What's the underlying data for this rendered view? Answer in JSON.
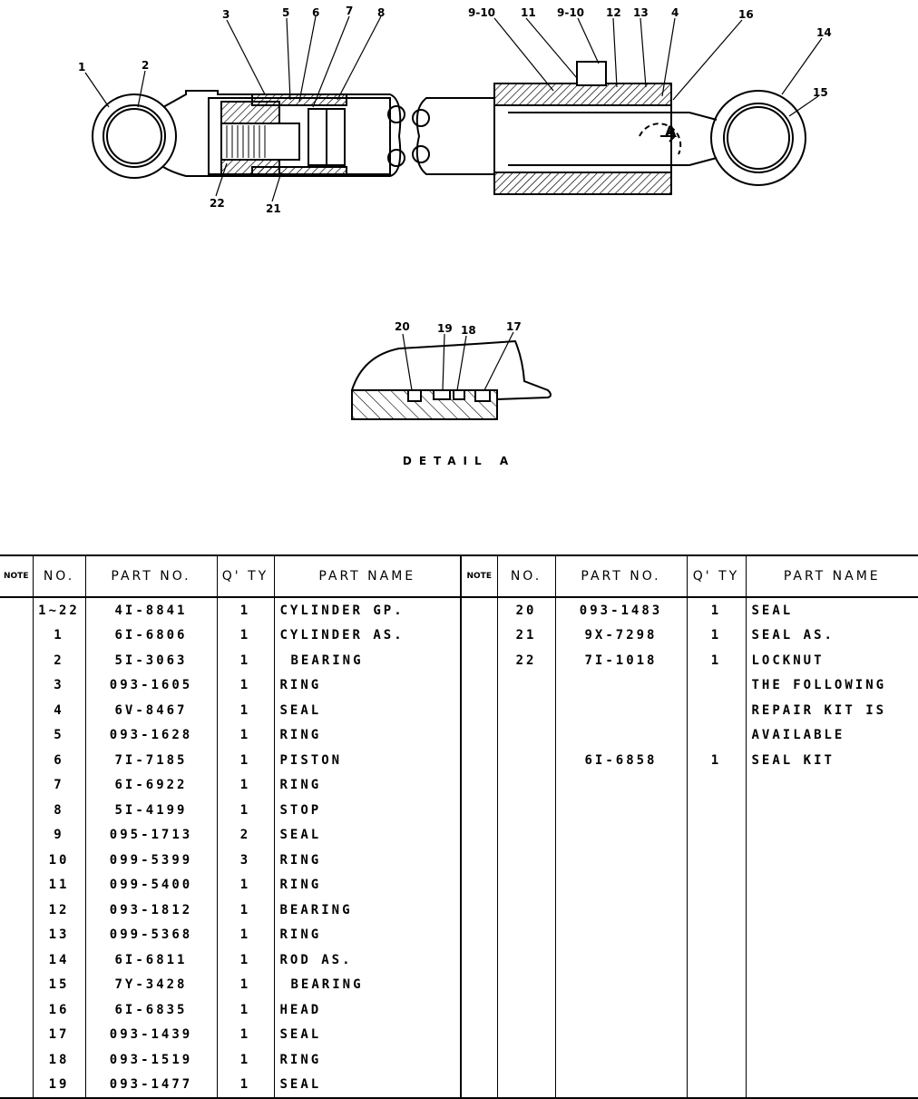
{
  "diagram": {
    "callouts": [
      "1",
      "2",
      "3",
      "5",
      "6",
      "7",
      "8",
      "9-10",
      "11",
      "9-10",
      "12",
      "13",
      "4",
      "16",
      "14",
      "15",
      "22",
      "21",
      "A"
    ],
    "detail_callouts": [
      "20",
      "19",
      "18",
      "17"
    ],
    "detail_title": "DETAIL A"
  },
  "table": {
    "headers": {
      "note": "NOTE",
      "no": "NO.",
      "part_no": "PART NO.",
      "qty": "Q' TY",
      "part_name": "PART NAME"
    },
    "left_rows": [
      {
        "no": "1~22",
        "part_no": "4I-8841",
        "qty": "1",
        "name": "CYLINDER GP.",
        "indent": 0
      },
      {
        "no": "1",
        "part_no": "6I-6806",
        "qty": "1",
        "name": "CYLINDER AS.",
        "indent": 0
      },
      {
        "no": "2",
        "part_no": "5I-3063",
        "qty": "1",
        "name": "BEARING",
        "indent": 1
      },
      {
        "no": "3",
        "part_no": "093-1605",
        "qty": "1",
        "name": "RING",
        "indent": 0
      },
      {
        "no": "4",
        "part_no": "6V-8467",
        "qty": "1",
        "name": "SEAL",
        "indent": 0
      },
      {
        "no": "5",
        "part_no": "093-1628",
        "qty": "1",
        "name": "RING",
        "indent": 0
      },
      {
        "no": "6",
        "part_no": "7I-7185",
        "qty": "1",
        "name": "PISTON",
        "indent": 0
      },
      {
        "no": "7",
        "part_no": "6I-6922",
        "qty": "1",
        "name": "RING",
        "indent": 0
      },
      {
        "no": "8",
        "part_no": "5I-4199",
        "qty": "1",
        "name": "STOP",
        "indent": 0
      },
      {
        "no": "9",
        "part_no": "095-1713",
        "qty": "2",
        "name": "SEAL",
        "indent": 0
      },
      {
        "no": "10",
        "part_no": "099-5399",
        "qty": "3",
        "name": "RING",
        "indent": 0
      },
      {
        "no": "11",
        "part_no": "099-5400",
        "qty": "1",
        "name": "RING",
        "indent": 0
      },
      {
        "no": "12",
        "part_no": "093-1812",
        "qty": "1",
        "name": "BEARING",
        "indent": 0
      },
      {
        "no": "13",
        "part_no": "099-5368",
        "qty": "1",
        "name": "RING",
        "indent": 0
      },
      {
        "no": "14",
        "part_no": "6I-6811",
        "qty": "1",
        "name": "ROD AS.",
        "indent": 0
      },
      {
        "no": "15",
        "part_no": "7Y-3428",
        "qty": "1",
        "name": "BEARING",
        "indent": 1
      },
      {
        "no": "16",
        "part_no": "6I-6835",
        "qty": "1",
        "name": "HEAD",
        "indent": 0
      },
      {
        "no": "17",
        "part_no": "093-1439",
        "qty": "1",
        "name": "SEAL",
        "indent": 0
      },
      {
        "no": "18",
        "part_no": "093-1519",
        "qty": "1",
        "name": "RING",
        "indent": 0
      },
      {
        "no": "19",
        "part_no": "093-1477",
        "qty": "1",
        "name": "SEAL",
        "indent": 0
      }
    ],
    "right_rows": [
      {
        "no": "20",
        "part_no": "093-1483",
        "qty": "1",
        "name": "SEAL"
      },
      {
        "no": "21",
        "part_no": "9X-7298",
        "qty": "1",
        "name": "SEAL AS."
      },
      {
        "no": "22",
        "part_no": "7I-1018",
        "qty": "1",
        "name": "LOCKNUT"
      },
      {
        "no": "",
        "part_no": "",
        "qty": "",
        "name": "THE FOLLOWING"
      },
      {
        "no": "",
        "part_no": "",
        "qty": "",
        "name": "REPAIR KIT IS"
      },
      {
        "no": "",
        "part_no": "",
        "qty": "",
        "name": "AVAILABLE"
      },
      {
        "no": "",
        "part_no": "6I-6858",
        "qty": "1",
        "name": "SEAL KIT"
      }
    ]
  }
}
